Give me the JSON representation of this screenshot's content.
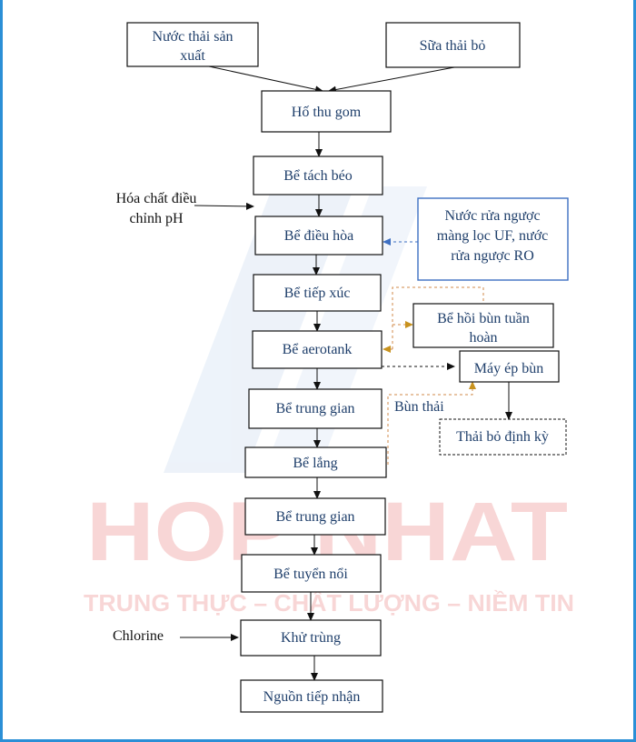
{
  "nodes": {
    "nuoc_thai_san_xuat": [
      "Nước thải sản",
      "xuất"
    ],
    "sua_thai_bo": "Sữa thải bỏ",
    "ho_thu_gom": "Hố thu gom",
    "be_tach_beo": "Bể tách béo",
    "be_dieu_hoa": "Bể điều hòa",
    "be_tiep_xuc": "Bể tiếp xúc",
    "be_aerotank": "Bể aerotank",
    "be_trung_gian_1": "Bể trung gian",
    "be_lang": "Bể lắng",
    "be_trung_gian_2": "Bể trung gian",
    "be_tuyen_noi": "Bể tuyển nổi",
    "khu_trung": "Khử trùng",
    "nguon_tiep_nhan": "Nguồn tiếp nhận",
    "nuoc_rua_nguoc": [
      "Nước rửa ngược",
      "màng lọc UF, nước",
      "rửa ngược RO"
    ],
    "be_hoi_bun": [
      "Bể hồi bùn tuần",
      "hoàn"
    ],
    "may_ep_bun": "Máy ép bùn",
    "thai_bo_dinh_ky": "Thải bỏ định kỳ"
  },
  "inputs": {
    "hoa_chat": [
      "Hóa chất điều",
      "chỉnh pH"
    ],
    "chlorine": "Chlorine"
  },
  "edge_labels": {
    "bun_thai": "Bùn thải"
  },
  "watermark": {
    "logo_text": "HOP NHAT",
    "slogan": "TRUNG THỰC – CHẤT LƯỢNG – NIỀM TIN"
  },
  "colors": {
    "frame": "#2b8fd6",
    "box_text": "#1f3f6b",
    "sludge_dashed": "#d08a48",
    "rinse_arrow": "#3d6fc2",
    "watermark": "#f3b5b5"
  }
}
